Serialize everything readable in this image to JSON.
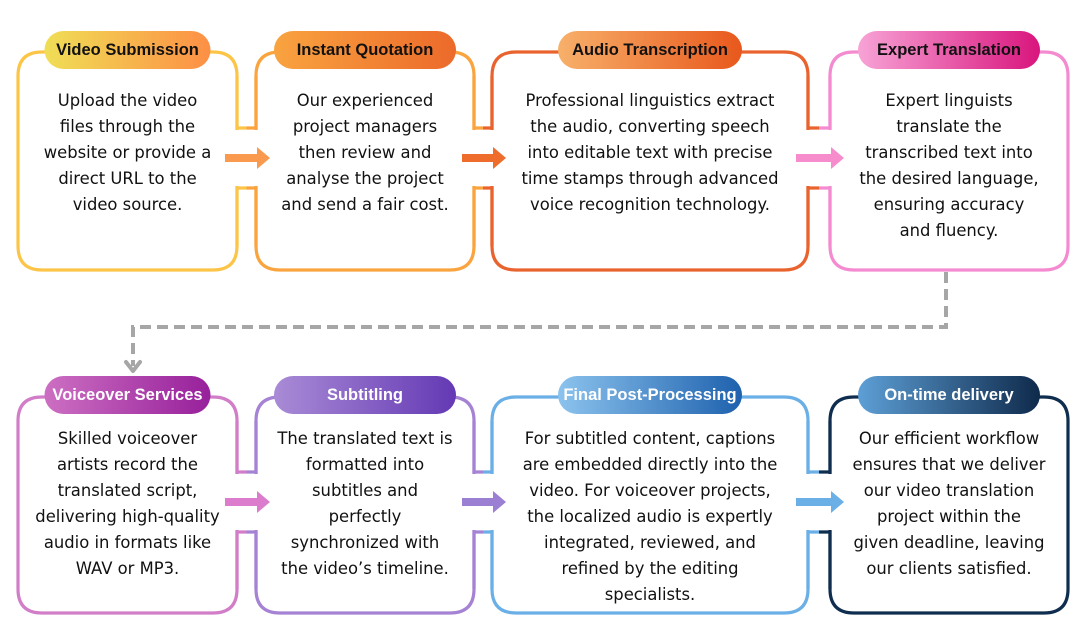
{
  "diagram": {
    "type": "process-flow",
    "steps": [
      {
        "title": "Video Submission",
        "title_color": "#111111",
        "gradient": [
          "#f0de56",
          "#fd8f45"
        ],
        "border": "#fcc548",
        "connector": "#fa9a4e",
        "lines": [
          "Upload the video",
          "files through the",
          "website or provide a",
          "direct URL to the",
          "video source."
        ]
      },
      {
        "title": "Instant Quotation",
        "title_color": "#111111",
        "gradient": [
          "#f9a340",
          "#ec6a2a"
        ],
        "border": "#f9a43e",
        "connector": "#ee6c2c",
        "lines": [
          "Our experienced",
          "project managers",
          "then review and",
          "analyse the project",
          "and send a fair cost."
        ]
      },
      {
        "title": "Audio Transcription",
        "title_color": "#111111",
        "gradient": [
          "#f7b06a",
          "#e8581c"
        ],
        "border": "#e9632e",
        "connector": "#f78ccd",
        "lines": [
          "Professional linguistics extract",
          "the audio, converting speech",
          "into editable text with precise",
          "time stamps through advanced",
          "voice recognition technology."
        ]
      },
      {
        "title": "Expert Translation",
        "title_color": "#111111",
        "gradient": [
          "#f7a3d6",
          "#d9157d"
        ],
        "border": "#f48ad0",
        "connector": null,
        "lines": [
          "Expert linguists",
          "translate the",
          "transcribed text into",
          "the desired language,",
          "ensuring accuracy",
          "and fluency."
        ]
      },
      {
        "title": "Voiceover Services",
        "title_color": "#ffffff",
        "gradient": [
          "#cc6fc2",
          "#97209b"
        ],
        "border": "#d17dc8",
        "connector": "#dc7ccc",
        "lines": [
          "Skilled voiceover",
          "artists record the",
          "translated script,",
          "delivering high-quality",
          "audio in formats like",
          "WAV or MP3."
        ]
      },
      {
        "title": "Subtitling",
        "title_color": "#ffffff",
        "gradient": [
          "#a98bd6",
          "#6439b4"
        ],
        "border": "#a582d3",
        "connector": "#9b7fd2",
        "lines": [
          "The translated text is",
          "formatted into",
          "subtitles and",
          "perfectly",
          "synchronized with",
          "the video’s timeline."
        ]
      },
      {
        "title": "Final Post-Processing",
        "title_color": "#ffffff",
        "gradient": [
          "#8cc3ee",
          "#1e61ad"
        ],
        "border": "#6aafe6",
        "connector": "#6aafe6",
        "lines": [
          "For subtitled content, captions",
          "are embedded directly into the",
          "video. For voiceover projects,",
          "the localized audio is expertly",
          "integrated, reviewed, and",
          "refined by the editing",
          "specialists."
        ]
      },
      {
        "title": "On-time delivery",
        "title_color": "#ffffff",
        "gradient": [
          "#5d9fd6",
          "#0f2a4b"
        ],
        "border": "#0f2d4e",
        "connector": null,
        "lines": [
          "Our efficient workflow",
          "ensures that we deliver",
          "our video translation",
          "project within the",
          "given deadline, leaving",
          "our clients satisfied."
        ]
      }
    ],
    "row_connector_color": "#a6a6a6"
  }
}
